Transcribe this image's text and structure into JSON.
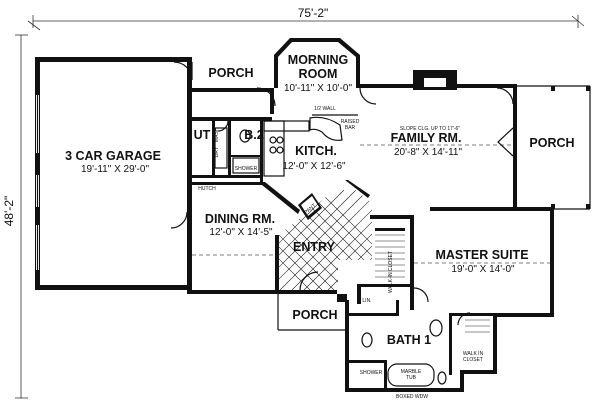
{
  "dimensions": {
    "overall_width": "75'-2\"",
    "overall_depth": "48'-2\""
  },
  "rooms": {
    "garage": {
      "name": "3 CAR GARAGE",
      "size": "19'-11\" X 29'-0\""
    },
    "porch_top": {
      "name": "PORCH"
    },
    "morning": {
      "name_line1": "MORNING",
      "name_line2": "ROOM",
      "size": "10'-11\" X 10'-0\""
    },
    "family": {
      "name": "FAMILY RM.",
      "size": "20'-8\" X 14'-11\""
    },
    "porch_right": {
      "name": "PORCH"
    },
    "utility": {
      "name": "UT"
    },
    "bath2": {
      "name": "B.2"
    },
    "kitchen": {
      "name": "KITCH.",
      "size": "12'-0\" X 12'-6\""
    },
    "dining": {
      "name": "DINING RM.",
      "size": "12'-0\" X 14'-5\""
    },
    "entry": {
      "name": "ENTRY"
    },
    "master": {
      "name": "MASTER SUITE",
      "size": "19'-0\" X 14'-0\""
    },
    "porch_front": {
      "name": "PORCH"
    },
    "bath1": {
      "name": "BATH 1"
    }
  },
  "notes": {
    "dry": "DRY",
    "wash": "WASH",
    "shower_b2": "SHOWER",
    "hutch": "HUTCH",
    "half_wall": "1/2 WALL",
    "raised_bar_1": "RAISED",
    "raised_bar_2": "BAR",
    "slope_clg": "SLOPE CLG. UP TO 17'-6\"",
    "pantry": "PANT",
    "walk_in_closet_v": "WALK-IN CLOSET",
    "lin": "LIN.",
    "walk_in_closet_1": "WALK IN",
    "walk_in_closet_2": "CLOSET",
    "shower_b1": "SHOWER",
    "marble_tub_1": "MARBLE",
    "marble_tub_2": "TUB",
    "boxed_wdw": "BOXED WDW"
  }
}
